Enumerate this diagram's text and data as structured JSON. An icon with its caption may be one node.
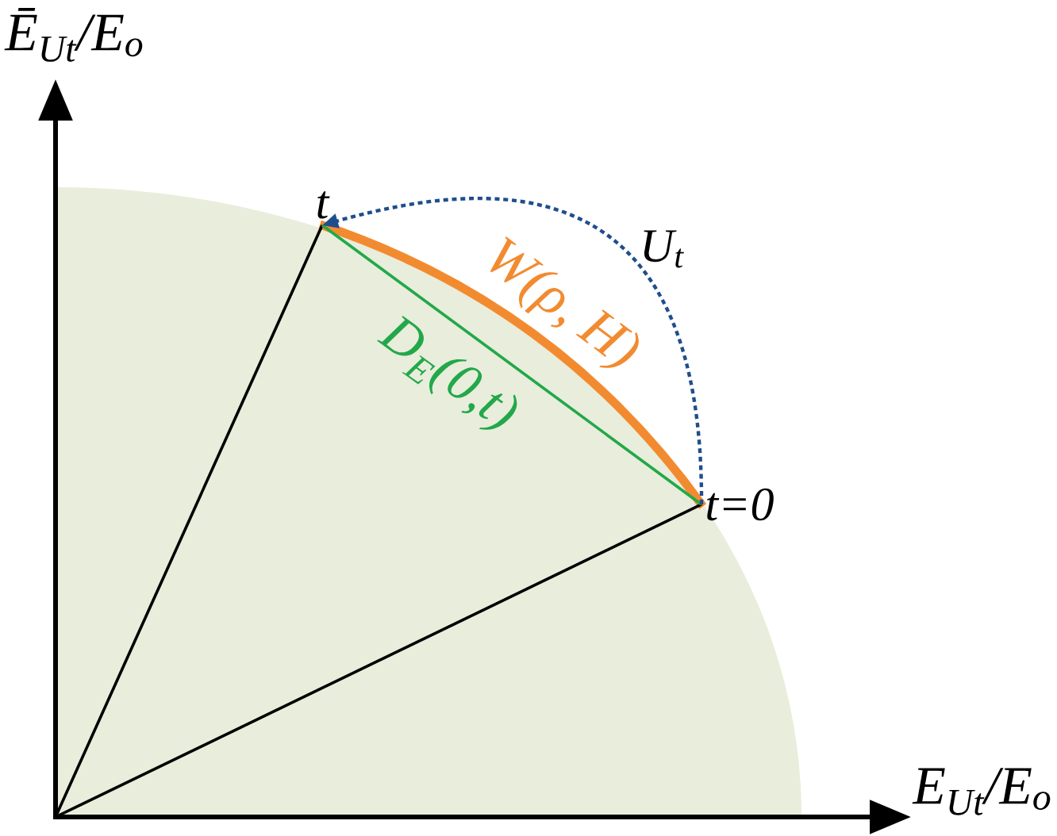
{
  "diagram": {
    "nodes": [
      {
        "text": [
          "t"
        ]
      },
      {
        "text": [
          "t=0"
        ]
      }
    ],
    "edges": [
      {
        "from": null,
        "to": 0,
        "arrow": "none"
      },
      {
        "from": null,
        "to": 1,
        "arrow": "none"
      },
      {
        "from": 0,
        "to": 1,
        "arrow": "none",
        "label": "D$_{E}$(0,t)",
        "color": "#22a84a"
      },
      {
        "from": 0,
        "to": 1,
        "arrow": "none",
        "label": "W(ρ, H)",
        "style": "thick",
        "color": "#f28b30"
      },
      {
        "from": 1,
        "to": 0,
        "arrow": "to",
        "label": "U$_{t}$",
        "style": "dashed",
        "color": "#1f4e8c"
      }
    ],
    "labels": [
      "Ē$_{Ut}$/E$_{o}$",
      "E$_{Ut}$/E$_{o}$"
    ]
  }
}
